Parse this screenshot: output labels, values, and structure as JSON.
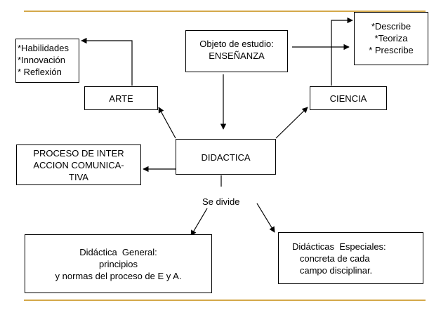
{
  "diagram": {
    "objeto_estudio": "Objeto de estudio:\nENSEÑANZA",
    "describe": "*Describe\n*Teoriza\n* Prescribe",
    "habilidades": "*Habilidades\n*Innovación\n* Reflexión",
    "arte": "ARTE",
    "ciencia": "CIENCIA",
    "proceso": "PROCESO DE INTER\nACCION COMUNICA-\nTIVA",
    "didactica": "DIDACTICA",
    "se_divide": "Se divide",
    "didactica_general": "Didáctica  General:\nprincipios\ny normas del proceso de E y A.",
    "didacticas_especiales": "Didácticas  Especiales:\n   concreta de cada\n   campo disciplinar."
  },
  "colors": {
    "rule": "#d4a84a",
    "line": "#000000",
    "background": "#ffffff"
  }
}
